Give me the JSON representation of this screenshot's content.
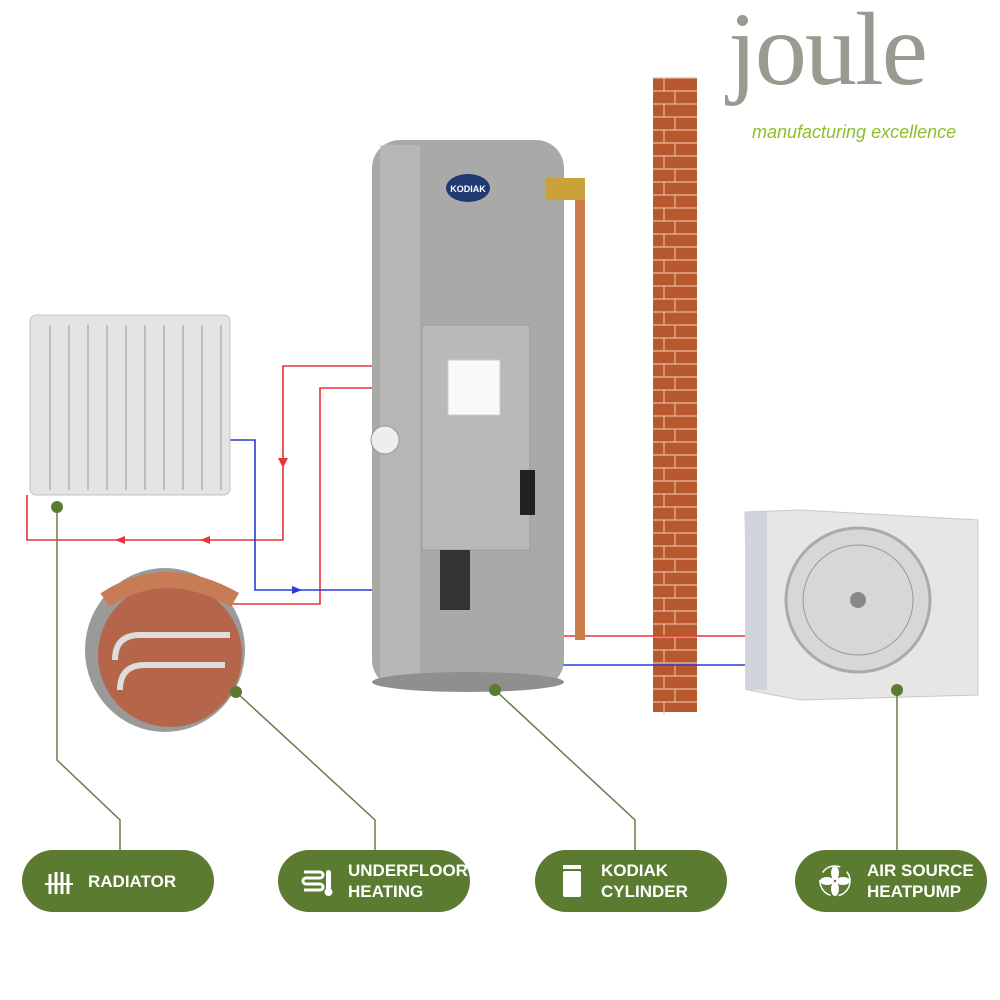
{
  "logo": {
    "word": "joule",
    "tagline": "manufacturing excellence"
  },
  "cylinder_badge": "KODIAK",
  "labels": [
    {
      "line1": "RADIATOR",
      "line2": "",
      "icon": "radiator-icon"
    },
    {
      "line1": "UNDERFLOOR",
      "line2": "HEATING",
      "icon": "underfloor-heating-icon"
    },
    {
      "line1": "KODIAK",
      "line2": "CYLINDER",
      "icon": "cylinder-icon"
    },
    {
      "line1": "AIR SOURCE",
      "line2": "HEATPUMP",
      "icon": "fan-icon"
    }
  ],
  "colors": {
    "accent": "#5b7b31",
    "flow": "#e8333a",
    "return": "#2b3bd6",
    "brick": "#b5552f"
  }
}
